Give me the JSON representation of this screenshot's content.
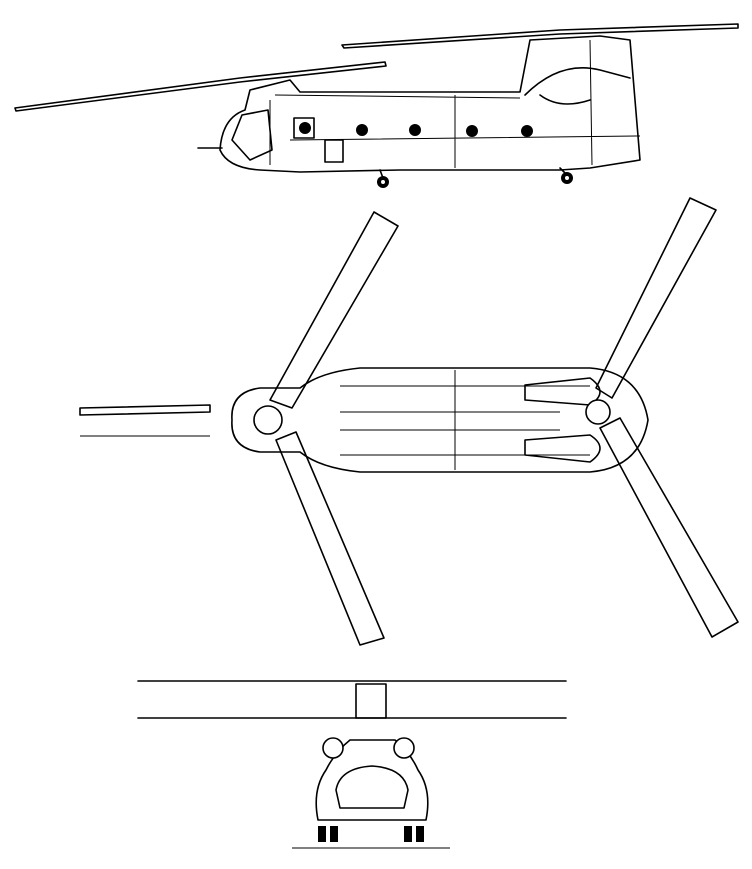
{
  "drawing": {
    "views": [
      "side",
      "top",
      "front"
    ],
    "colors": {
      "line": "#000000",
      "background": "#ffffff"
    }
  }
}
